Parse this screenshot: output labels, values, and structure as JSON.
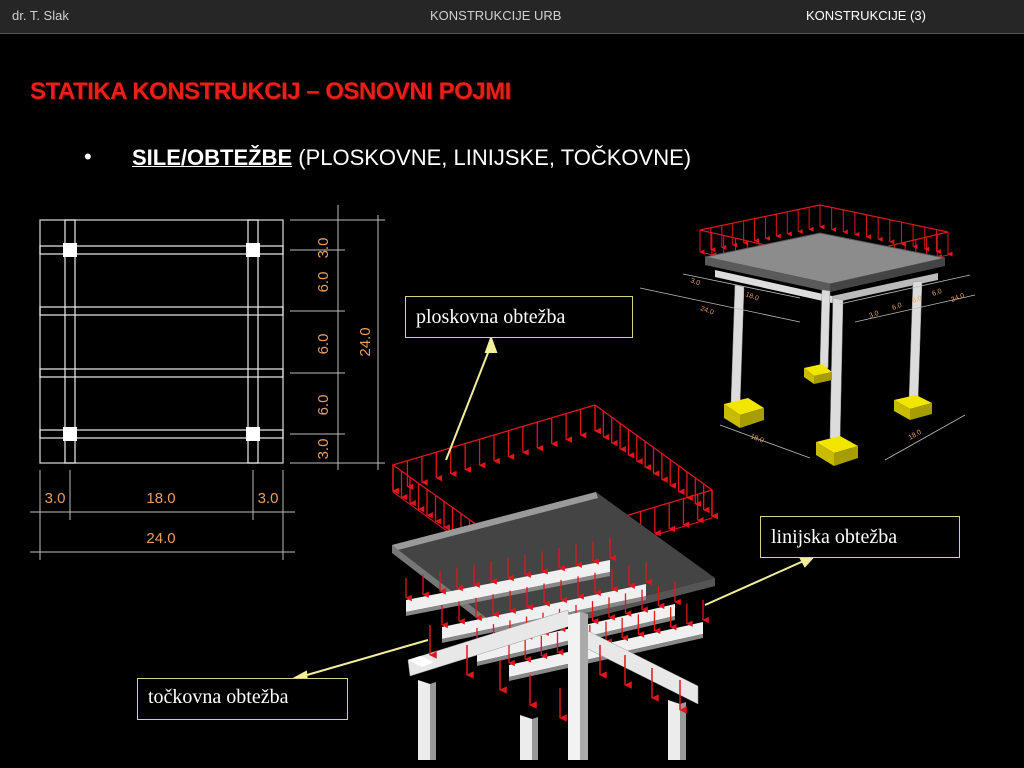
{
  "header": {
    "author": "dr. T. Slak",
    "course": "KONSTRUKCIJE URB",
    "section": "KONSTRUKCIJE (3)"
  },
  "slide": {
    "title": "STATIKA KONSTRUKCIJ – OSNOVNI POJMI",
    "bullet_symbol": "•",
    "bullet_bold": "SILE/OBTEŽBE",
    "bullet_rest": " (PLOSKOVNE, LINIJSKE, TOČKOVNE)"
  },
  "labels": {
    "area_load": "ploskovna obtežba",
    "line_load": "linijska obtežba",
    "point_load": "točkovna obtežba"
  },
  "plan_dimensions": {
    "vertical": [
      "3.0",
      "6.0",
      "6.0",
      "6.0",
      "3.0"
    ],
    "vertical_total": "24.0",
    "horizontal": [
      "3.0",
      "18.0",
      "3.0"
    ],
    "horizontal_total": "24.0"
  },
  "iso_dimensions": [
    "3.0",
    "18.0",
    "24.0",
    "3.0",
    "6.0",
    "6.0",
    "6.0",
    "24.0",
    "18.0",
    "18.0"
  ],
  "colors": {
    "title": "#e8201a",
    "dimension_text": "#e8a060",
    "load_arrows": "#e0161c",
    "footing": "#e6d800",
    "callout_line": "#f3ee9a"
  }
}
